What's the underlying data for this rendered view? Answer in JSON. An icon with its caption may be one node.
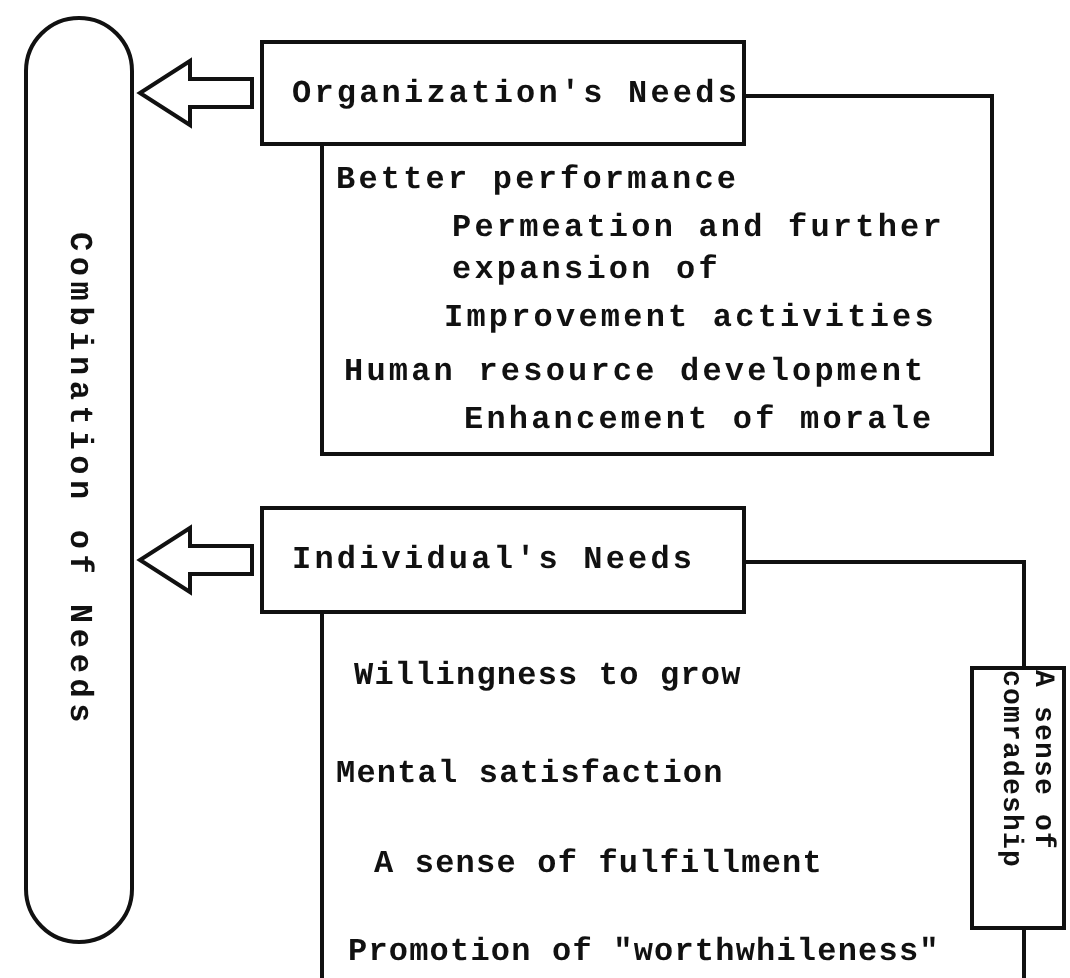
{
  "diagram": {
    "nodes": [
      {
        "text": [
          "Combination of Needs"
        ]
      },
      {
        "text": [
          "Organization's Needs"
        ]
      },
      {
        "text": [
          "Better performance",
          "Permeation and further expansion of",
          "Improvement activities",
          "Human resource development",
          "Enhancement of morale"
        ]
      },
      {
        "text": [
          "Individual's Needs"
        ]
      },
      {
        "text": [
          "Willingness to grow",
          "Mental satisfaction",
          "A sense of fulfillment",
          "Promotion of \"worthwhileness\""
        ]
      },
      {
        "text": [
          "A sense of comradeship"
        ]
      }
    ],
    "edges": [
      {
        "from": 1,
        "to": 0,
        "arrow": "to"
      },
      {
        "from": 3,
        "to": 0,
        "arrow": "to"
      }
    ]
  }
}
